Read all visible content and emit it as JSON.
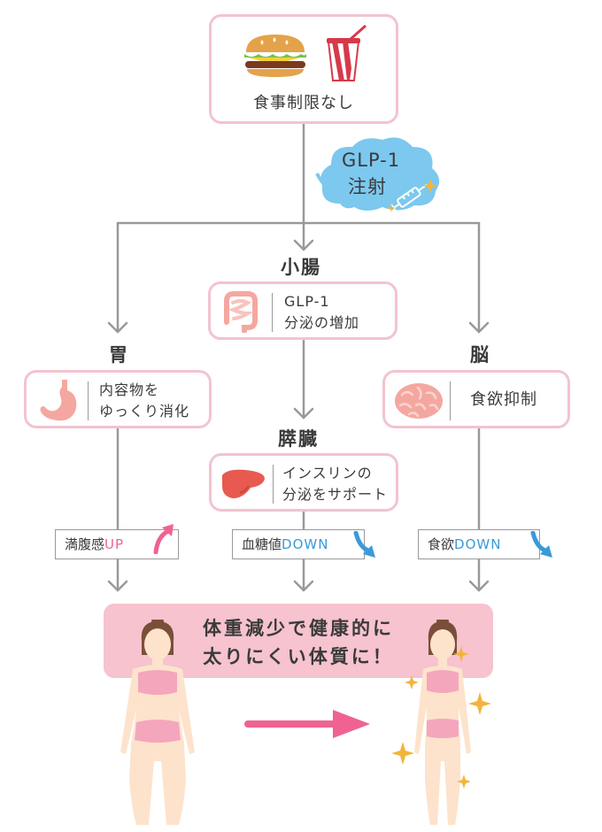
{
  "top_box": {
    "label": "食事制限なし"
  },
  "injection": {
    "line1": "GLP-1",
    "line2": "注射"
  },
  "small_intestine": {
    "heading": "小腸",
    "line1": "GLP-1",
    "line2": "分泌の増加"
  },
  "stomach": {
    "heading": "胃",
    "line1": "内容物を",
    "line2": "ゆっくり消化",
    "tag_text": "満腹感",
    "tag_accent": "UP"
  },
  "pancreas": {
    "heading": "膵臓",
    "line1": "インスリンの",
    "line2": "分泌をサポート",
    "tag_text": "血糖値",
    "tag_accent": "DOWN"
  },
  "brain": {
    "heading": "脳",
    "label": "食欲抑制",
    "tag_text": "食欲",
    "tag_accent": "DOWN"
  },
  "result": {
    "line1": "体重減少で健康的に",
    "line2": "太りにくい体質に！"
  },
  "colors": {
    "pink_border": "#f2c4cf",
    "result_bg": "#f6c3cf",
    "cloud": "#7cc8ef",
    "up_arrow": "#f06292",
    "down_arrow": "#3a9ad9",
    "line": "#999999",
    "progress_arrow": "#f06292",
    "sparkle": "#f2b53b"
  },
  "icons": [
    "burger-icon",
    "soda-icon",
    "syringe-icon",
    "intestine-icon",
    "stomach-icon",
    "pancreas-icon",
    "brain-icon",
    "woman-before-figure",
    "woman-after-figure",
    "sparkle-icon"
  ]
}
